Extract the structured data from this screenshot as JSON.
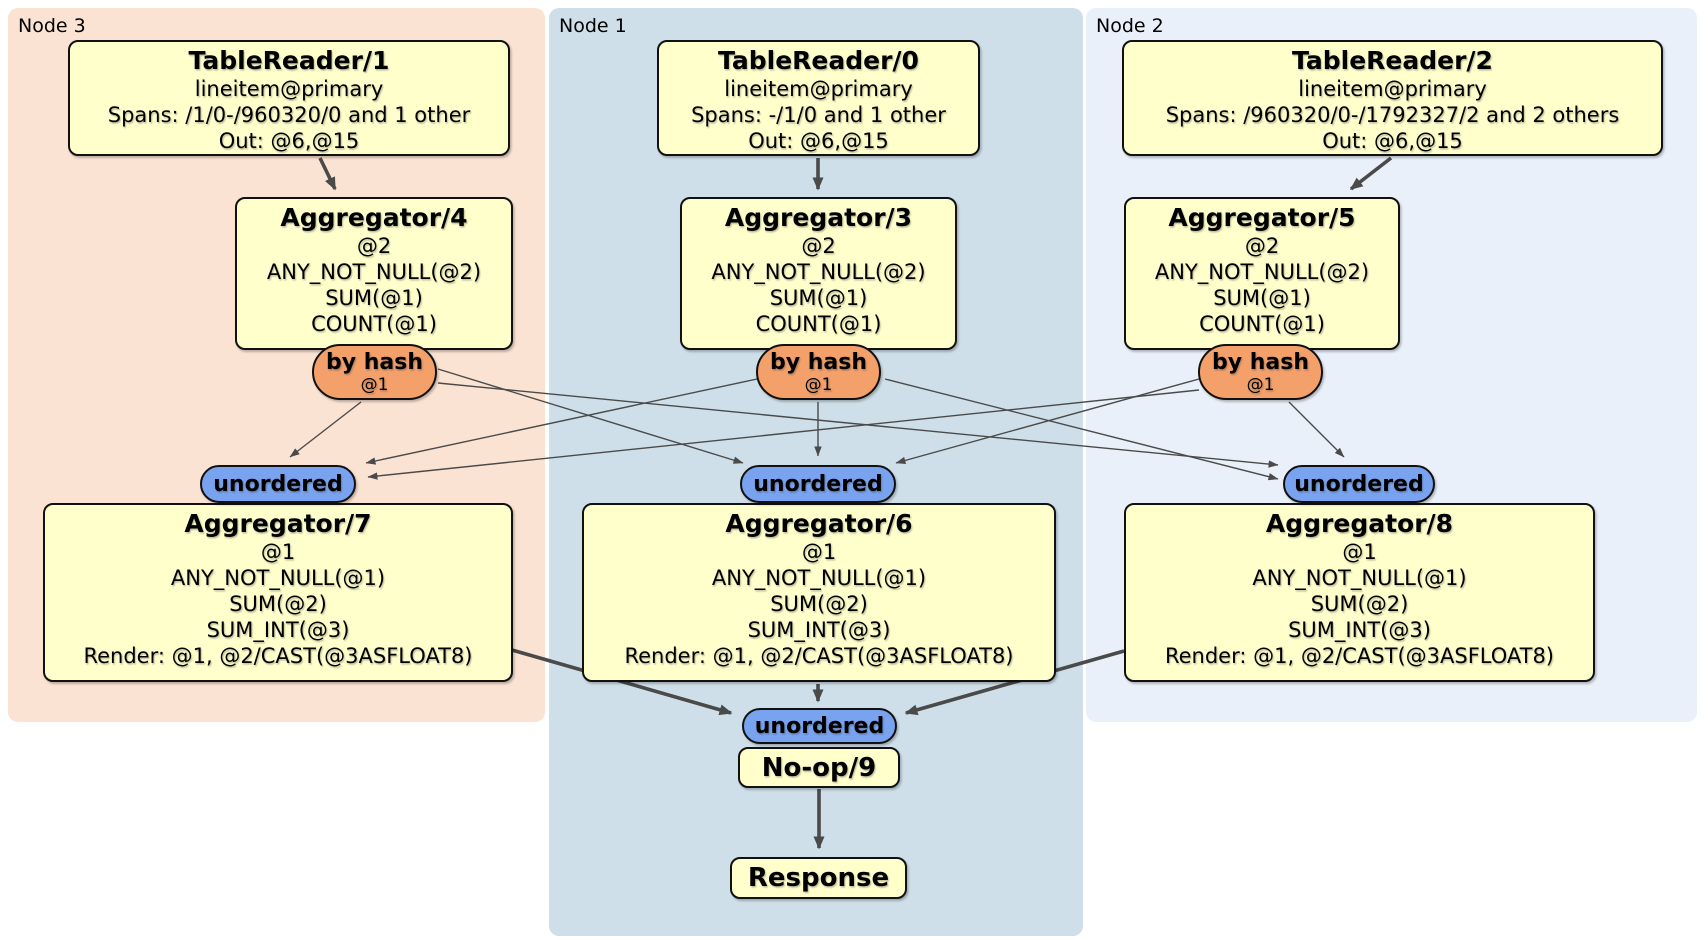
{
  "regions": {
    "node3": {
      "label": "Node 3"
    },
    "node1": {
      "label": "Node 1"
    },
    "node2": {
      "label": "Node 2"
    }
  },
  "processors": {
    "tablereader1": {
      "title": "TableReader/1",
      "lines": [
        "lineitem@primary",
        "Spans: /1/0-/960320/0 and 1 other",
        "Out: @6,@15"
      ]
    },
    "tablereader0": {
      "title": "TableReader/0",
      "lines": [
        "lineitem@primary",
        "Spans: -/1/0 and 1 other",
        "Out: @6,@15"
      ]
    },
    "tablereader2": {
      "title": "TableReader/2",
      "lines": [
        "lineitem@primary",
        "Spans: /960320/0-/1792327/2 and 2 others",
        "Out: @6,@15"
      ]
    },
    "aggregator4": {
      "title": "Aggregator/4",
      "lines": [
        "@2",
        "ANY_NOT_NULL(@2)",
        "SUM(@1)",
        "COUNT(@1)"
      ]
    },
    "aggregator3": {
      "title": "Aggregator/3",
      "lines": [
        "@2",
        "ANY_NOT_NULL(@2)",
        "SUM(@1)",
        "COUNT(@1)"
      ]
    },
    "aggregator5": {
      "title": "Aggregator/5",
      "lines": [
        "@2",
        "ANY_NOT_NULL(@2)",
        "SUM(@1)",
        "COUNT(@1)"
      ]
    },
    "aggregator7": {
      "title": "Aggregator/7",
      "lines": [
        "@1",
        "ANY_NOT_NULL(@1)",
        "SUM(@2)",
        "SUM_INT(@3)",
        "Render: @1, @2/CAST(@3ASFLOAT8)"
      ]
    },
    "aggregator6": {
      "title": "Aggregator/6",
      "lines": [
        "@1",
        "ANY_NOT_NULL(@1)",
        "SUM(@2)",
        "SUM_INT(@3)",
        "Render: @1, @2/CAST(@3ASFLOAT8)"
      ]
    },
    "aggregator8": {
      "title": "Aggregator/8",
      "lines": [
        "@1",
        "ANY_NOT_NULL(@1)",
        "SUM(@2)",
        "SUM_INT(@3)",
        "Render: @1, @2/CAST(@3ASFLOAT8)"
      ]
    },
    "noop9": {
      "title": "No-op/9"
    },
    "response": {
      "title": "Response"
    }
  },
  "routers": {
    "byhash4": {
      "label": "by hash",
      "detail": "@1"
    },
    "byhash3": {
      "label": "by hash",
      "detail": "@1"
    },
    "byhash5": {
      "label": "by hash",
      "detail": "@1"
    }
  },
  "synchronizers": {
    "unordered7": {
      "label": "unordered"
    },
    "unordered6": {
      "label": "unordered"
    },
    "unordered8": {
      "label": "unordered"
    },
    "unordered9": {
      "label": "unordered"
    }
  },
  "colors": {
    "region_node3": "#fbe3d3",
    "region_node1": "#cfdfe9",
    "region_node2": "#eaf0f9",
    "processor_fill": "#ffffcc",
    "router_fill": "#f3a06a",
    "synchronizer_fill": "#79a2ef",
    "edge": "#4a4a4a"
  }
}
